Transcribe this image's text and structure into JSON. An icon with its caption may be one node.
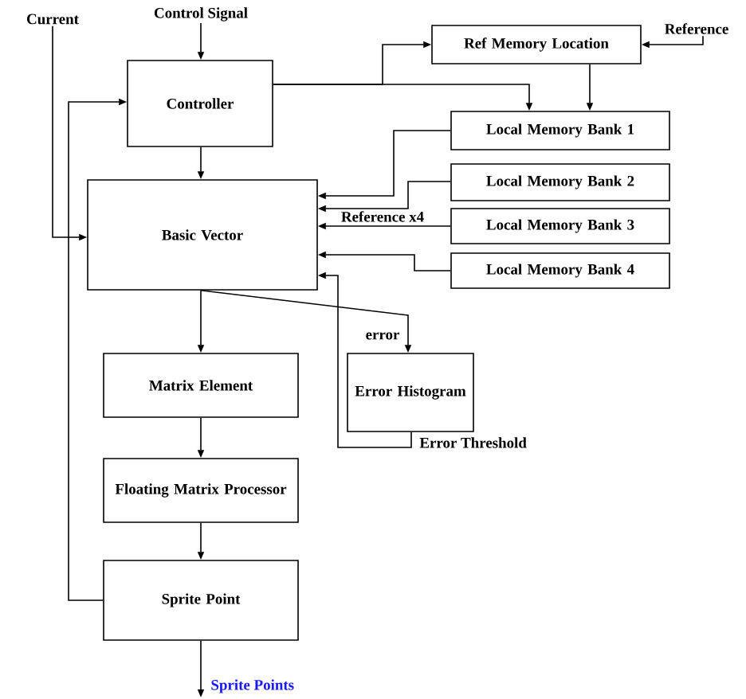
{
  "diagram": {
    "nodes": [
      {
        "text": [
          "Current"
        ]
      },
      {
        "text": [
          "Control Signal"
        ]
      },
      {
        "text": [
          "Controller"
        ]
      },
      {
        "text": [
          "Ref Memory Location"
        ]
      },
      {
        "text": [
          "Reference"
        ]
      },
      {
        "text": [
          "Local Memory  Bank 1"
        ]
      },
      {
        "text": [
          "Local Memory  Bank 2"
        ]
      },
      {
        "text": [
          "Local Memory  Bank 3"
        ]
      },
      {
        "text": [
          "Local Memory  Bank 4"
        ]
      },
      {
        "text": [
          "Basic Vector"
        ]
      },
      {
        "text": [
          "Matrix Element"
        ]
      },
      {
        "text": [
          "Error Histogram"
        ]
      },
      {
        "text": [
          "Floating Matrix Processor"
        ]
      },
      {
        "text": [
          "Sprite Point"
        ]
      }
    ],
    "edges": [
      {
        "from": 0,
        "to": 9,
        "arrow": "to"
      },
      {
        "from": 1,
        "to": 2,
        "arrow": "to"
      },
      {
        "from": 2,
        "to": 3,
        "arrow": "to"
      },
      {
        "from": 2,
        "to": 5,
        "arrow": "to"
      },
      {
        "from": 4,
        "to": 3,
        "arrow": "to"
      },
      {
        "from": 3,
        "to": 5,
        "arrow": "to"
      },
      {
        "from": 5,
        "to": 9,
        "arrow": "to"
      },
      {
        "from": 6,
        "to": 9,
        "arrow": "to"
      },
      {
        "from": 7,
        "to": 9,
        "arrow": "to",
        "label": "Reference x4"
      },
      {
        "from": 8,
        "to": 9,
        "arrow": "to"
      },
      {
        "from": 2,
        "to": 9,
        "arrow": "to"
      },
      {
        "from": 9,
        "to": 10,
        "arrow": "to"
      },
      {
        "from": 9,
        "to": 11,
        "arrow": "to",
        "label": "error"
      },
      {
        "from": 11,
        "to": 9,
        "arrow": "to",
        "label": "Error Threshold"
      },
      {
        "from": 10,
        "to": 12,
        "arrow": "to"
      },
      {
        "from": 12,
        "to": 13,
        "arrow": "to"
      },
      {
        "from": 13,
        "to": 2,
        "arrow": "to"
      },
      {
        "from": 13,
        "to": null,
        "arrow": "to",
        "label": "Sprite Points"
      }
    ]
  }
}
